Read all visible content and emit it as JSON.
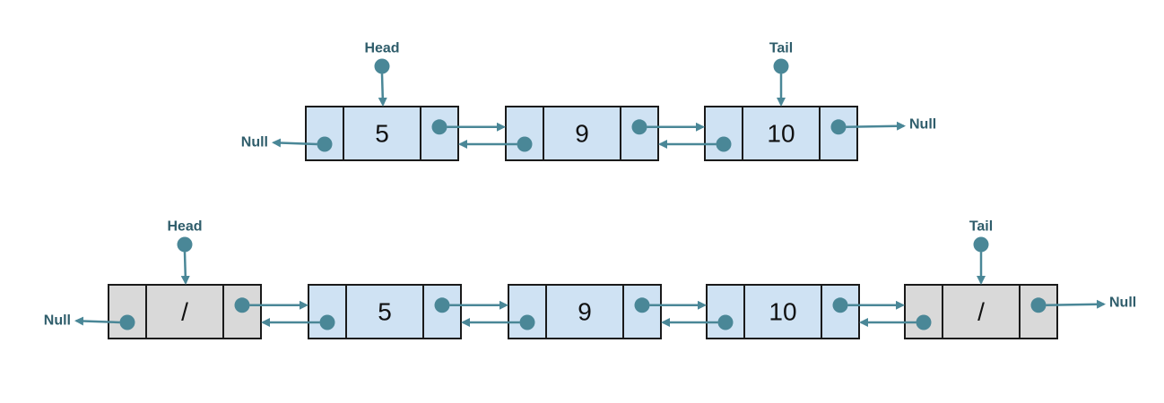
{
  "colors": {
    "node_fill": "#cfe2f3",
    "sentinel_fill": "#d9d9d9",
    "border": "#1a1a1a",
    "pointer": "#4a8797",
    "label": "#2f5d6b"
  },
  "diagrams": [
    {
      "nodes": [
        {
          "value": "5",
          "kind": "data"
        },
        {
          "value": "9",
          "kind": "data"
        },
        {
          "value": "10",
          "kind": "data"
        }
      ],
      "head_label": "Head",
      "tail_label": "Tail",
      "left_null_label": "Null",
      "right_null_label": "Null"
    },
    {
      "nodes": [
        {
          "value": "/",
          "kind": "sentinel"
        },
        {
          "value": "5",
          "kind": "data"
        },
        {
          "value": "9",
          "kind": "data"
        },
        {
          "value": "10",
          "kind": "data"
        },
        {
          "value": "/",
          "kind": "sentinel"
        }
      ],
      "head_label": "Head",
      "tail_label": "Tail",
      "left_null_label": "Null",
      "right_null_label": "Null"
    }
  ]
}
